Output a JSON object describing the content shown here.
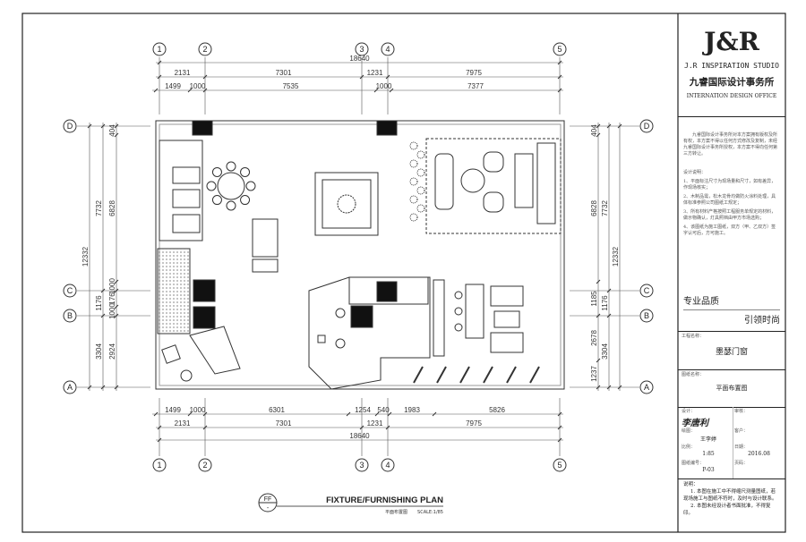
{
  "axes": {
    "columns": [
      "1",
      "2",
      "3",
      "4",
      "5"
    ],
    "rows": [
      "D",
      "C",
      "B",
      "A"
    ]
  },
  "dimensions": {
    "top_total": "18640",
    "top_row1": [
      "2131",
      "7301",
      "1231",
      "7975"
    ],
    "top_row2": [
      "1499",
      "1000",
      "7535",
      "1000",
      "7377"
    ],
    "bottom_row1": [
      "1499",
      "1000",
      "6301",
      "1254",
      "540",
      "1983",
      "5826"
    ],
    "bottom_row2": [
      "2131",
      "7301",
      "1231",
      "7975"
    ],
    "bottom_total": "18640",
    "left_total": "12332",
    "left_mid": [
      "7732",
      "1176",
      "3304"
    ],
    "left_inner": [
      "404",
      "6828",
      "1000",
      "176",
      "1000",
      "2924"
    ],
    "right_inner": [
      "404",
      "6828",
      "1185",
      "2678",
      "1237"
    ],
    "right_mid": [
      "7732",
      "1176",
      "3304"
    ],
    "right_total": "12332"
  },
  "plan_title": {
    "marker": "FF",
    "marker_sub": "-",
    "title": "FIXTURE/FURNISHING PLAN",
    "subtitle": "平面布置图",
    "scale": "SCALE:1/85"
  },
  "title_block": {
    "logo": "J&R",
    "studio": "J.R INSPIRATION STUDIO",
    "name_cn": "九睿国际设计事务所",
    "name_en": "INTERNATION DESIGN OFFICE",
    "copyright": "九睿国际设计事务所对本方案拥有版权及所有权，本方案不得以任何方式修改及复制，未经九睿国际设计事务所授权，本方案不得向任何第三方转让。",
    "design_notes_title": "设计说明：",
    "design_notes": [
      "1、平面标注尺寸为现场量和尺寸，如有差异，作现场核实；",
      "2、木制品需，松木龙骨均做防火涂料处理，具体标准参照公司图纸工规定；",
      "3、所有材料产格按照工程服务单规定的材料，做示物确认，灯具照档由甲方市场选购；",
      "4、该图纸为施工图纸，双方（甲、乙双方）签字认可后，方可施工。"
    ],
    "slogan1": "专业品质",
    "slogan2": "引领时尚",
    "project_label": "工程名称：",
    "project": "墨瑟门窗",
    "drawing_label": "图纸名称：",
    "drawing": "平面布置图",
    "designer_label": "设计：",
    "designer_signature": "李唐利",
    "checker_label": "审核：",
    "drafter_label": "绘图：",
    "drafter": "王李婷",
    "client_label": "客户：",
    "scale_label": "比例：",
    "scale": "1:85",
    "date_label": "日期：",
    "date": "2016.08",
    "drawing_no_label": "图纸编号：",
    "drawing_no": "P-03",
    "sheet_label": "页码：",
    "notes_title": "说明：",
    "notes": [
      "1. 本图在施工中不得缩尺测量图纸，若现场施工与图纸不符时，及时与设计联系。",
      "2. 本图未经设计者书面批准，不得复印。"
    ]
  }
}
